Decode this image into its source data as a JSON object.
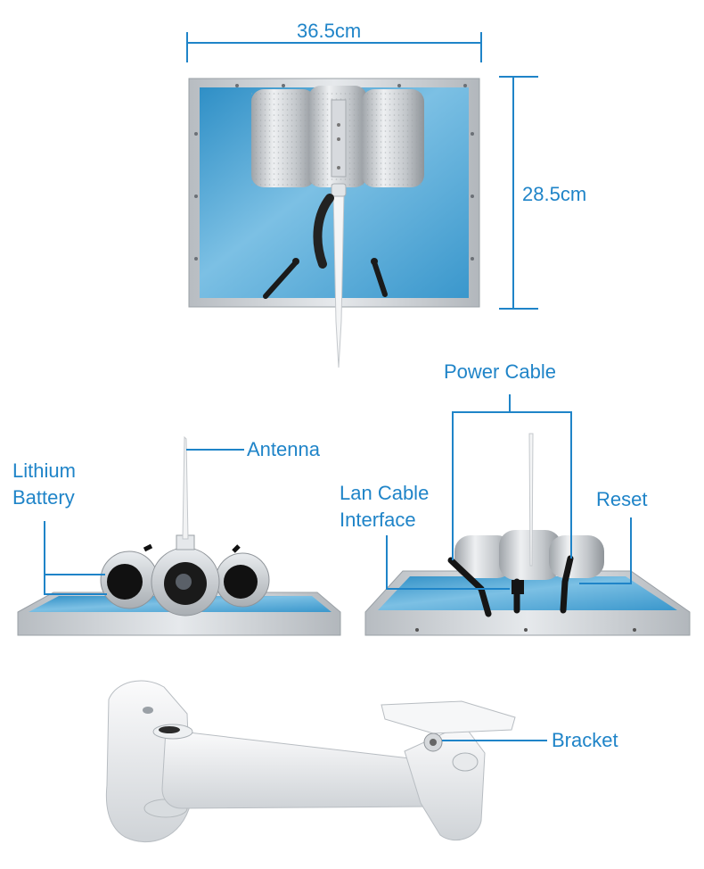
{
  "dimensions": {
    "width_label": "36.5cm",
    "height_label": "28.5cm"
  },
  "callouts": {
    "antenna": "Antenna",
    "lithium_battery_line1": "Lithium",
    "lithium_battery_line2": "Battery",
    "power_cable": "Power Cable",
    "lan_cable_line1": "Lan Cable",
    "lan_cable_line2": "Interface",
    "reset": "Reset",
    "bracket": "Bracket"
  },
  "colors": {
    "callout_blue": "#1f84c8",
    "panel_blue": "#5aa8d6",
    "aluminium": "#c9cdd1"
  }
}
